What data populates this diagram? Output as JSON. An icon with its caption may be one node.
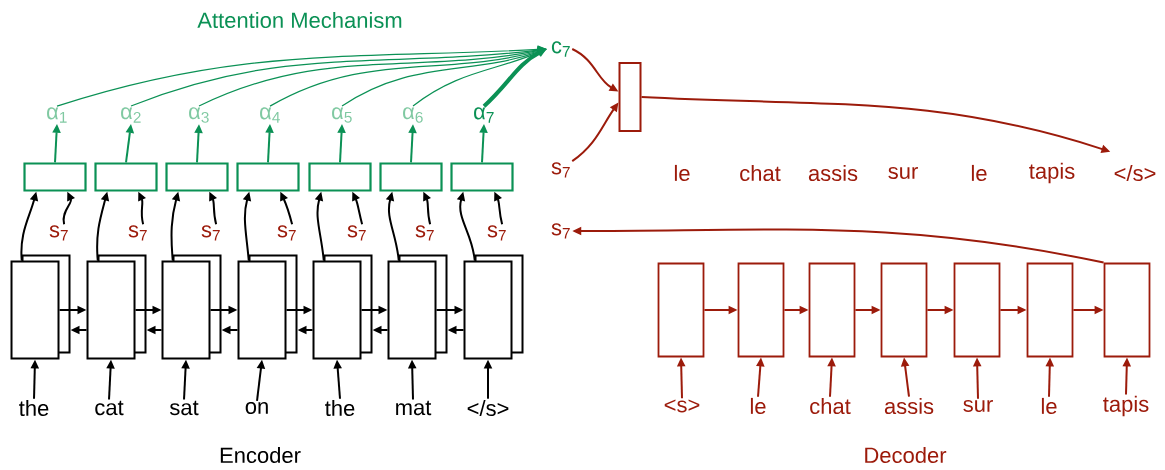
{
  "diagram": {
    "nodes": [
      {
        "text": [
          "the"
        ]
      },
      {
        "text": [
          "cat"
        ]
      },
      {
        "text": [
          "sat"
        ]
      },
      {
        "text": [
          "on"
        ]
      },
      {
        "text": [
          "the"
        ]
      },
      {
        "text": [
          "mat"
        ]
      },
      {
        "text": [
          "</s>"
        ]
      },
      {
        "text": [],
        "shape": "box"
      },
      {
        "text": [],
        "shape": "box"
      },
      {
        "text": [],
        "shape": "box"
      },
      {
        "text": [],
        "shape": "box"
      },
      {
        "text": [],
        "shape": "box"
      },
      {
        "text": [],
        "shape": "box"
      },
      {
        "text": [],
        "shape": "box"
      },
      {
        "text": [
          "s$_{7}$"
        ]
      },
      {
        "text": [
          "s$_{7}$"
        ]
      },
      {
        "text": [
          "s$_{7}$"
        ]
      },
      {
        "text": [
          "s$_{7}$"
        ]
      },
      {
        "text": [
          "s$_{7}$"
        ]
      },
      {
        "text": [
          "s$_{7}$"
        ]
      },
      {
        "text": [
          "s$_{7}$"
        ]
      },
      {
        "text": [],
        "shape": "box"
      },
      {
        "text": [],
        "shape": "box"
      },
      {
        "text": [],
        "shape": "box"
      },
      {
        "text": [],
        "shape": "box"
      },
      {
        "text": [],
        "shape": "box"
      },
      {
        "text": [],
        "shape": "box"
      },
      {
        "text": [],
        "shape": "box"
      },
      {
        "text": [
          "α$_{1}$"
        ]
      },
      {
        "text": [
          "α$_{2}$"
        ]
      },
      {
        "text": [
          "α$_{3}$"
        ]
      },
      {
        "text": [
          "α$_{4}$"
        ]
      },
      {
        "text": [
          "α$_{5}$"
        ]
      },
      {
        "text": [
          "α$_{6}$"
        ]
      },
      {
        "text": [
          "α$_{7}$"
        ]
      },
      {
        "text": [
          "c$_{7}$"
        ]
      },
      {
        "text": [
          "s$_{7}$"
        ]
      },
      {
        "text": [],
        "shape": "box"
      },
      {
        "text": [
          "</s>"
        ]
      },
      {
        "text": [
          "s$_{7}$"
        ]
      },
      {
        "text": [
          "<s>"
        ]
      },
      {
        "text": [
          "le"
        ]
      },
      {
        "text": [
          "chat"
        ]
      },
      {
        "text": [
          "assis"
        ]
      },
      {
        "text": [
          "sur"
        ]
      },
      {
        "text": [
          "le"
        ]
      },
      {
        "text": [
          "tapis"
        ]
      },
      {
        "text": [],
        "shape": "box"
      },
      {
        "text": [],
        "shape": "box"
      },
      {
        "text": [],
        "shape": "box"
      },
      {
        "text": [],
        "shape": "box"
      },
      {
        "text": [],
        "shape": "box"
      },
      {
        "text": [],
        "shape": "box"
      },
      {
        "text": [],
        "shape": "box"
      }
    ],
    "edges": [
      {
        "from": 0,
        "to": 7,
        "arrow": "to"
      },
      {
        "from": 1,
        "to": 8,
        "arrow": "to"
      },
      {
        "from": 2,
        "to": 9,
        "arrow": "to"
      },
      {
        "from": 3,
        "to": 10,
        "arrow": "to"
      },
      {
        "from": 4,
        "to": 11,
        "arrow": "to"
      },
      {
        "from": 5,
        "to": 12,
        "arrow": "to"
      },
      {
        "from": 6,
        "to": 13,
        "arrow": "to"
      },
      {
        "from": 7,
        "to": 8,
        "arrow": "to"
      },
      {
        "from": 8,
        "to": 9,
        "arrow": "to"
      },
      {
        "from": 9,
        "to": 10,
        "arrow": "to"
      },
      {
        "from": 10,
        "to": 11,
        "arrow": "to"
      },
      {
        "from": 11,
        "to": 12,
        "arrow": "to"
      },
      {
        "from": 12,
        "to": 13,
        "arrow": "to"
      },
      {
        "from": 8,
        "to": 7,
        "arrow": "to"
      },
      {
        "from": 9,
        "to": 8,
        "arrow": "to"
      },
      {
        "from": 10,
        "to": 9,
        "arrow": "to"
      },
      {
        "from": 11,
        "to": 10,
        "arrow": "to"
      },
      {
        "from": 12,
        "to": 11,
        "arrow": "to"
      },
      {
        "from": 13,
        "to": 12,
        "arrow": "to"
      },
      {
        "from": 7,
        "to": 21,
        "arrow": "to"
      },
      {
        "from": 8,
        "to": 22,
        "arrow": "to"
      },
      {
        "from": 9,
        "to": 23,
        "arrow": "to"
      },
      {
        "from": 10,
        "to": 24,
        "arrow": "to"
      },
      {
        "from": 11,
        "to": 25,
        "arrow": "to"
      },
      {
        "from": 12,
        "to": 26,
        "arrow": "to"
      },
      {
        "from": 13,
        "to": 27,
        "arrow": "to"
      },
      {
        "from": 14,
        "to": 21,
        "arrow": "to"
      },
      {
        "from": 15,
        "to": 22,
        "arrow": "to"
      },
      {
        "from": 16,
        "to": 23,
        "arrow": "to"
      },
      {
        "from": 17,
        "to": 24,
        "arrow": "to"
      },
      {
        "from": 18,
        "to": 25,
        "arrow": "to"
      },
      {
        "from": 19,
        "to": 26,
        "arrow": "to"
      },
      {
        "from": 20,
        "to": 27,
        "arrow": "to"
      },
      {
        "from": 21,
        "to": 28,
        "arrow": "to",
        "color": "#0b9155"
      },
      {
        "from": 22,
        "to": 29,
        "arrow": "to",
        "color": "#0b9155"
      },
      {
        "from": 23,
        "to": 30,
        "arrow": "to",
        "color": "#0b9155"
      },
      {
        "from": 24,
        "to": 31,
        "arrow": "to",
        "color": "#0b9155"
      },
      {
        "from": 25,
        "to": 32,
        "arrow": "to",
        "color": "#0b9155"
      },
      {
        "from": 26,
        "to": 33,
        "arrow": "to",
        "color": "#0b9155"
      },
      {
        "from": 27,
        "to": 34,
        "arrow": "to",
        "color": "#0b9155"
      },
      {
        "from": 28,
        "to": 35,
        "arrow": "to",
        "color": "#0b9155"
      },
      {
        "from": 29,
        "to": 35,
        "arrow": "to",
        "color": "#0b9155"
      },
      {
        "from": 30,
        "to": 35,
        "arrow": "to",
        "color": "#0b9155"
      },
      {
        "from": 31,
        "to": 35,
        "arrow": "to",
        "color": "#0b9155"
      },
      {
        "from": 32,
        "to": 35,
        "arrow": "to",
        "color": "#0b9155"
      },
      {
        "from": 33,
        "to": 35,
        "arrow": "to",
        "color": "#0b9155"
      },
      {
        "from": 34,
        "to": 35,
        "arrow": "to",
        "style": "thick",
        "color": "#0b9155"
      },
      {
        "from": 35,
        "to": 37,
        "arrow": "to",
        "color": "#9c1b0b"
      },
      {
        "from": 36,
        "to": 37,
        "arrow": "to",
        "color": "#9c1b0b"
      },
      {
        "from": 37,
        "to": 38,
        "arrow": "to",
        "color": "#9c1b0b"
      },
      {
        "from": 53,
        "to": 39,
        "arrow": "to",
        "color": "#9c1b0b"
      },
      {
        "from": 40,
        "to": 47,
        "arrow": "to",
        "color": "#9c1b0b"
      },
      {
        "from": 41,
        "to": 48,
        "arrow": "to",
        "color": "#9c1b0b"
      },
      {
        "from": 42,
        "to": 49,
        "arrow": "to",
        "color": "#9c1b0b"
      },
      {
        "from": 43,
        "to": 50,
        "arrow": "to",
        "color": "#9c1b0b"
      },
      {
        "from": 44,
        "to": 51,
        "arrow": "to",
        "color": "#9c1b0b"
      },
      {
        "from": 45,
        "to": 52,
        "arrow": "to",
        "color": "#9c1b0b"
      },
      {
        "from": 46,
        "to": 53,
        "arrow": "to",
        "color": "#9c1b0b"
      },
      {
        "from": 47,
        "to": 48,
        "arrow": "to",
        "color": "#9c1b0b"
      },
      {
        "from": 48,
        "to": 49,
        "arrow": "to",
        "color": "#9c1b0b"
      },
      {
        "from": 49,
        "to": 50,
        "arrow": "to",
        "color": "#9c1b0b"
      },
      {
        "from": 50,
        "to": 51,
        "arrow": "to",
        "color": "#9c1b0b"
      },
      {
        "from": 51,
        "to": 52,
        "arrow": "to",
        "color": "#9c1b0b"
      },
      {
        "from": 52,
        "to": 53,
        "arrow": "to",
        "color": "#9c1b0b"
      }
    ],
    "labels": [
      "Attention Mechanism",
      "le",
      "chat",
      "assis",
      "sur",
      "le",
      "tapis",
      "Encoder",
      "Decoder"
    ]
  }
}
